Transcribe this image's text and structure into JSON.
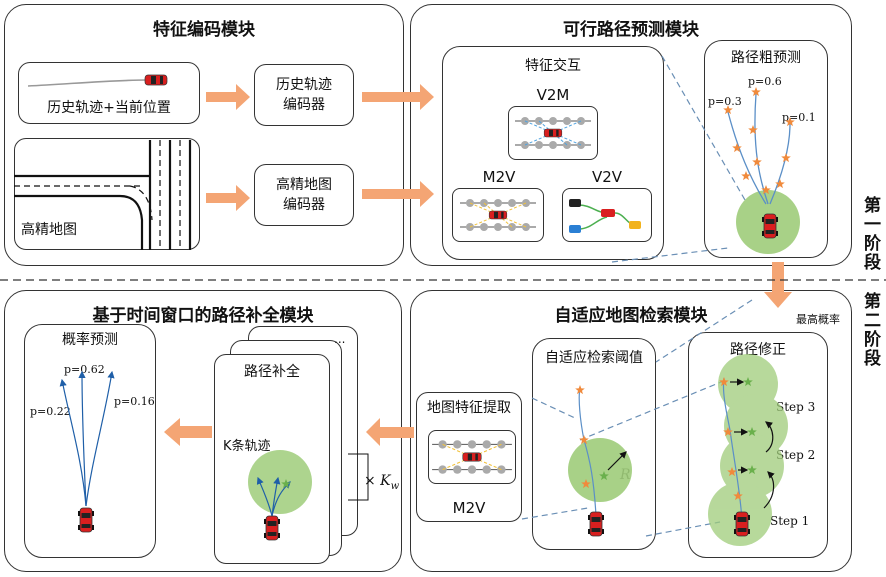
{
  "panels": {
    "feature_encoding": "特征编码模块",
    "path_prediction": "可行路径预测模块",
    "adaptive_retrieval": "自适应地图检索模块",
    "completion": "基于时间窗口的路径补全模块"
  },
  "feature_encoding": {
    "history_label": "历史轨迹+当前位置",
    "map_label": "高精地图",
    "history_encoder": [
      "历史轨迹",
      "编码器"
    ],
    "map_encoder": [
      "高精地图",
      "编码器"
    ]
  },
  "interaction": {
    "title": "特征交互",
    "v2m": "V2M",
    "m2v": "M2V",
    "v2v": "V2V"
  },
  "coarse": {
    "title": "路径粗预测",
    "probs": [
      "p=0.6",
      "p=0.3",
      "p=0.1"
    ]
  },
  "stages": {
    "stage1": "第一阶段",
    "stage2": "第二阶段"
  },
  "highest_prob": "最高概率",
  "correction": {
    "title": "路径修正",
    "steps": [
      "Step 3",
      "Step 2",
      "Step 1"
    ]
  },
  "threshold": {
    "title": "自适应检索阈值",
    "radius": "R"
  },
  "map_extract": {
    "title": "地图特征提取",
    "m2v": "M2V"
  },
  "completion_block": {
    "title": "路径补全",
    "k_label": "K条轨迹",
    "ellipsis": "...",
    "times": "× K",
    "times_sub": "w"
  },
  "prob_pred": {
    "title": "概率预测",
    "probs": [
      "p=0.62",
      "p=0.22",
      "p=0.16"
    ]
  },
  "colors": {
    "arrow": "#f4a574",
    "dashed": "#6a8fb5",
    "circle": "#9fcc7a",
    "star": "#f08a3c",
    "car": "#d91f1f"
  }
}
